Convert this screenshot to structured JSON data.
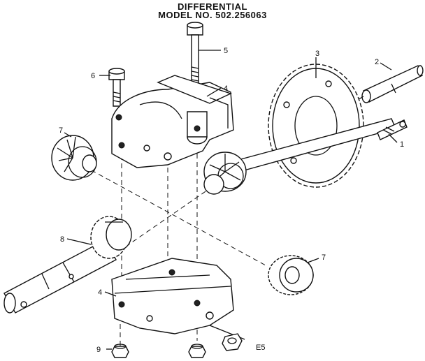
{
  "title_line1": "DIFFERENTIAL",
  "title_line2": "MODEL NO. 502.256063",
  "callouts": {
    "c1": "1",
    "c2": "2",
    "c3": "3",
    "c4_upper": "4",
    "c4_lower": "4",
    "c5": "5",
    "c6": "6",
    "c7_left": "7",
    "c7_right": "7",
    "c8": "8",
    "c9": "9"
  },
  "figure_code": "E5"
}
